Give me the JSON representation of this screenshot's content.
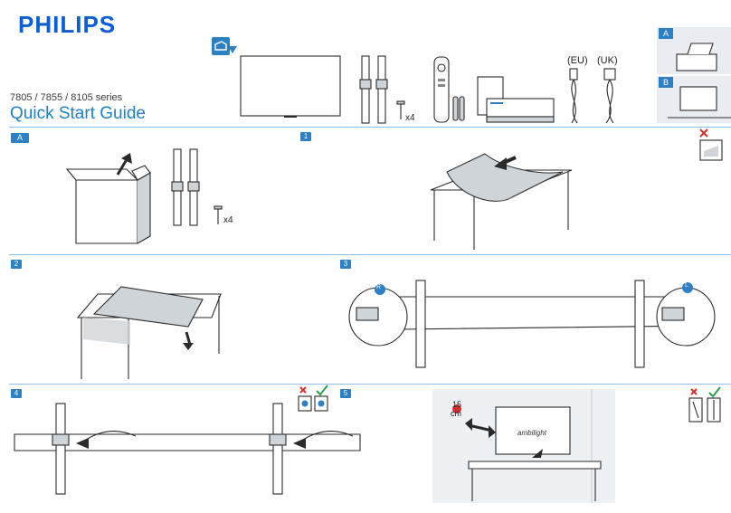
{
  "brand": {
    "logo": "PHILIPS",
    "accent": "#0b5ed7",
    "rule_color": "#8fbfe6",
    "badge_color": "#2d80c4"
  },
  "header": {
    "series": "7805 / 7855 / 8105 series",
    "title": "Quick Start Guide"
  },
  "contents": {
    "screw_count": "x4",
    "cable_eu": "(EU)",
    "cable_uk": "(UK)"
  },
  "side_options": {
    "a": "A",
    "b": "B"
  },
  "steps": {
    "a": {
      "label": "A",
      "screw_count": "x4"
    },
    "s1": {
      "label": "1"
    },
    "s2": {
      "label": "2"
    },
    "s3": {
      "label": "3",
      "left_marker": "R",
      "right_marker": "L"
    },
    "s4": {
      "label": "4"
    },
    "s5": {
      "label": "5",
      "distance": "15",
      "unit": "cm",
      "screen_text": "ambilight"
    }
  },
  "icons": [
    "unbox-icon",
    "cross-icon",
    "check-icon",
    "warning-icon"
  ]
}
